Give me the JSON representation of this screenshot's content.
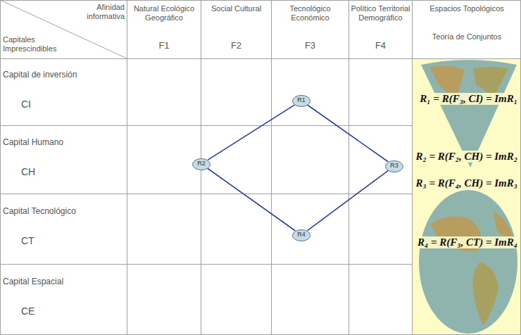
{
  "diagram": {
    "nodes": [
      {
        "text": [
          "R1"
        ]
      },
      {
        "text": [
          "R2"
        ]
      },
      {
        "text": [
          "R3"
        ]
      },
      {
        "text": [
          "R4"
        ]
      }
    ],
    "edges": [
      {
        "from": 0,
        "to": 1,
        "arrow": "none"
      },
      {
        "from": 0,
        "to": 2,
        "arrow": "none"
      },
      {
        "from": 1,
        "to": 3,
        "arrow": "none"
      },
      {
        "from": 2,
        "to": 3,
        "arrow": "none"
      }
    ],
    "labels": [
      "Afinidad informativa",
      "Capitales Imprescindibles",
      "Natural Ecológico Geográfico",
      "F1",
      "Social Cultural",
      "F2",
      "Tecnológico Económico",
      "F3",
      "Político Territorial Demográfico",
      "F4",
      "Espacios Topológicos",
      "Teoría de Conjuntos",
      "Capital de inversión",
      "CI",
      "Capital Humano",
      "CH",
      "Capital Tecnológico",
      "CT",
      "Capital Espacial",
      "CE",
      "R₁ = R(F₃, CI) = ImR₁",
      "R₂ = R(F₂, CH) = ImR₂",
      "R₃ = R(F₄, CH) = ImR₃",
      "R₄ = R(F₃, CT) = ImR₄"
    ]
  }
}
